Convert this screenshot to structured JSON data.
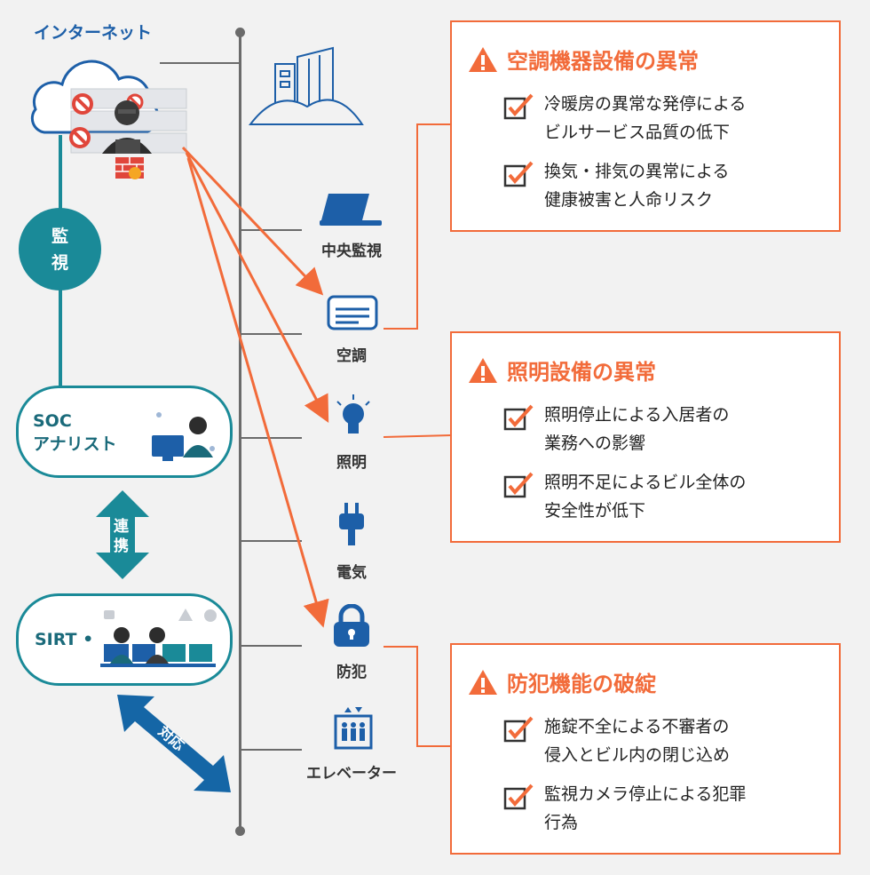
{
  "internet": {
    "label": "インターネット"
  },
  "monitor": {
    "label": "監\n視"
  },
  "soc": {
    "line1": "SOC",
    "line2": "アナリスト"
  },
  "collab": {
    "label": "連\n携"
  },
  "sirt": {
    "label": "SIRT"
  },
  "response": {
    "label": "対応"
  },
  "devices": [
    {
      "label": "中央監視",
      "icon": "laptop-icon"
    },
    {
      "label": "空調",
      "icon": "air-conditioner-icon"
    },
    {
      "label": "照明",
      "icon": "light-bulb-icon"
    },
    {
      "label": "電気",
      "icon": "plug-icon"
    },
    {
      "label": "防犯",
      "icon": "padlock-icon"
    },
    {
      "label": "エレベーター",
      "icon": "elevator-icon"
    }
  ],
  "risks": [
    {
      "title": "空調機器設備の異常",
      "items": [
        {
          "line1": "冷暖房の異常な発停による",
          "line2": "ビルサービス品質の低下"
        },
        {
          "line1": "換気・排気の異常による",
          "line2": "健康被害と人命リスク"
        }
      ]
    },
    {
      "title": "照明設備の異常",
      "items": [
        {
          "line1": "照明停止による入居者の",
          "line2": "業務への影響"
        },
        {
          "line1": "照明不足によるビル全体の",
          "line2": "安全性が低下"
        }
      ]
    },
    {
      "title": "防犯機能の破綻",
      "items": [
        {
          "line1": "施錠不全による不審者の",
          "line2": "侵入とビル内の閉じ込め"
        },
        {
          "line1": "監視カメラ停止による犯罪",
          "line2": "行為"
        }
      ]
    }
  ],
  "colors": {
    "accent": "#f26b3a",
    "teal": "#1a8a98",
    "blue": "#1d5fa8",
    "bus": "#6b6b6b"
  }
}
